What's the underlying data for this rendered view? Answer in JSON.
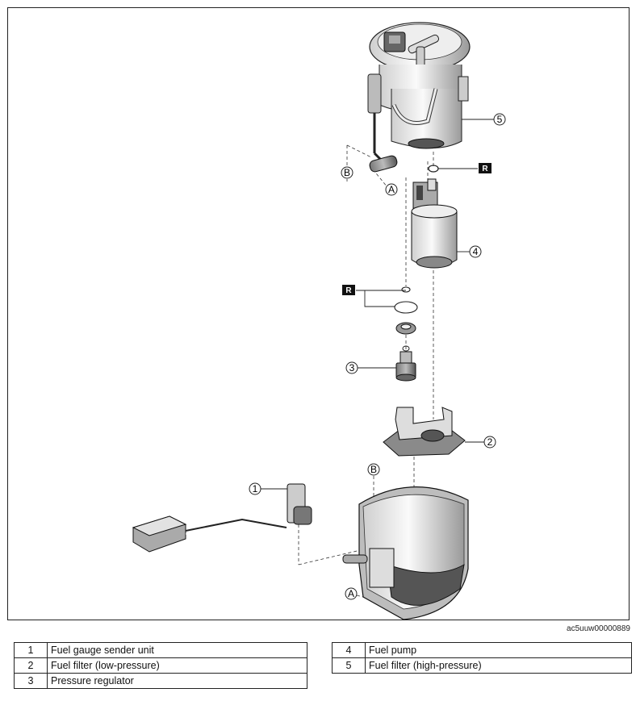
{
  "diagram": {
    "callouts": [
      "1",
      "2",
      "3",
      "4",
      "5"
    ],
    "reference_labels": [
      "A",
      "B"
    ],
    "replace_marker": "R",
    "reference_code": "ac5uuw00000889"
  },
  "legend": {
    "left": [
      {
        "number": "1",
        "label": "Fuel gauge sender unit"
      },
      {
        "number": "2",
        "label": "Fuel filter (low-pressure)"
      },
      {
        "number": "3",
        "label": "Pressure regulator"
      }
    ],
    "right": [
      {
        "number": "4",
        "label": "Fuel pump"
      },
      {
        "number": "5",
        "label": "Fuel filter (high-pressure)"
      }
    ]
  }
}
